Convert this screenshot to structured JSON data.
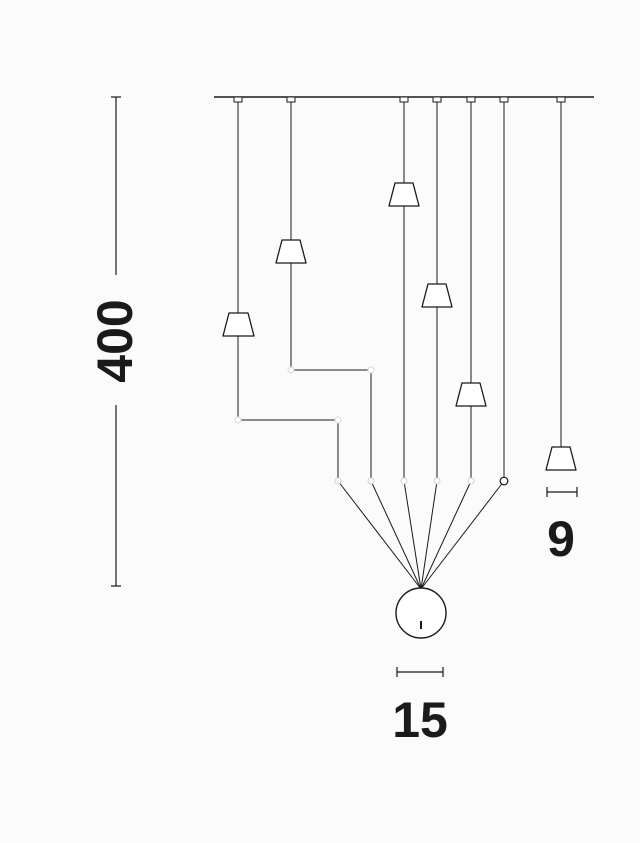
{
  "dimensions": {
    "height": "400",
    "shade_width": "9",
    "ball_diameter": "15"
  },
  "colors": {
    "line": "#1a1a1a",
    "background": "#fbfbfb",
    "shade_fill": "#ffffff"
  },
  "lamp": {
    "pendant_count": 6,
    "ceiling_mounts": 7
  }
}
